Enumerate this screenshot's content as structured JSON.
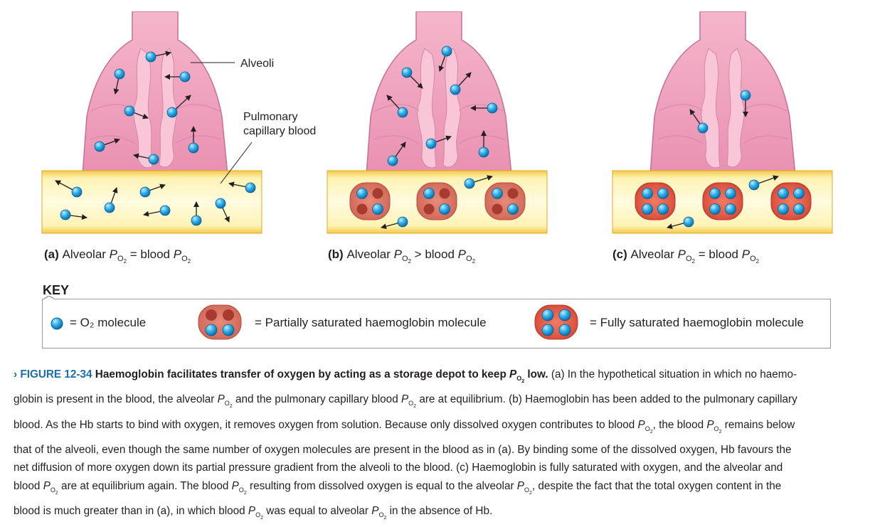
{
  "labels": {
    "alveoli": "Alveoli",
    "pulmonary_line1": "Pulmonary",
    "pulmonary_line2": "capillary blood"
  },
  "panels": [
    {
      "letter": "(a)",
      "text_left": "Alveolar ",
      "relation": " = blood "
    },
    {
      "letter": "(b)",
      "text_left": "Alveolar ",
      "relation": " > blood "
    },
    {
      "letter": "(c)",
      "text_left": "Alveolar ",
      "relation": " = blood "
    }
  ],
  "pressure_symbol": "P",
  "pressure_subscript": "O",
  "pressure_sub2": "2",
  "key": {
    "title": "KEY",
    "o2": "= O₂ molecule",
    "partial": "= Partially saturated haemoglobin molecule",
    "full": "= Fully saturated haemoglobin molecule"
  },
  "caption": {
    "figure_label": "› FIGURE 12-34",
    "bold_title_before": " Haemoglobin facilitates transfer of oxygen by acting as a storage depot to keep ",
    "bold_title_after": " low.",
    "s1": " (a) In the hypothetical situation in which no haemo-",
    "s2": "globin is present in the blood, the alveolar ",
    "s3": " and the pulmonary capillary blood ",
    "s4": " are at equilibrium. (b) Haemoglobin has been added to the pulmonary capillary",
    "s5": "blood. As the Hb starts to bind with oxygen, it removes oxygen from solution. Because only dissolved oxygen contributes to blood ",
    "s6": ", the blood ",
    "s7": " remains below",
    "s8": "that of the alveoli, even though the same number of oxygen molecules are present in the blood as in (a). By binding some of the dissolved oxygen, Hb favours the",
    "s9": "net diffusion of more oxygen down its partial pressure gradient from the alveoli to the blood. (c) Haemoglobin is fully saturated with oxygen, and the alveolar and",
    "s10": "blood ",
    "s11": " are at equilibrium again. The blood ",
    "s12": " resulting from dissolved oxygen is equal to the alveolar ",
    "s13": ", despite the fact that the total oxygen content in the",
    "s14": "blood is much greater than in (a), in which blood ",
    "s15": " was equal to alveolar ",
    "s16": " in the absence of Hb."
  },
  "colors": {
    "lung_fill": "#f0a7c0",
    "lung_dark": "#d97aa0",
    "trachea": "#f7d7cf",
    "blood_light": "#fdf6c0",
    "blood_dark": "#f2c64a",
    "o2": "#29a9e0",
    "hb": "#e05a48",
    "caption_blue": "#1a6fb0"
  }
}
